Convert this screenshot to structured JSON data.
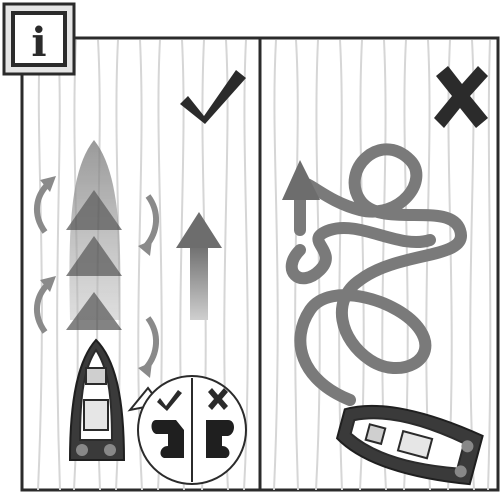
{
  "info_badge": {
    "glyph": "i"
  },
  "panels": [
    {
      "id": "correct",
      "verdict_icon": "checkmark-icon"
    },
    {
      "id": "wrong",
      "verdict_icon": "cross-icon"
    }
  ],
  "inset": {
    "left_icon": "checkmark-icon",
    "right_icon": "cross-icon"
  },
  "colors": {
    "frame": "#2b2b2b",
    "board_grain": "#d9d9d9",
    "arrow_gray": "#8a8a8a",
    "badge_bg": "#e6e6e6"
  }
}
